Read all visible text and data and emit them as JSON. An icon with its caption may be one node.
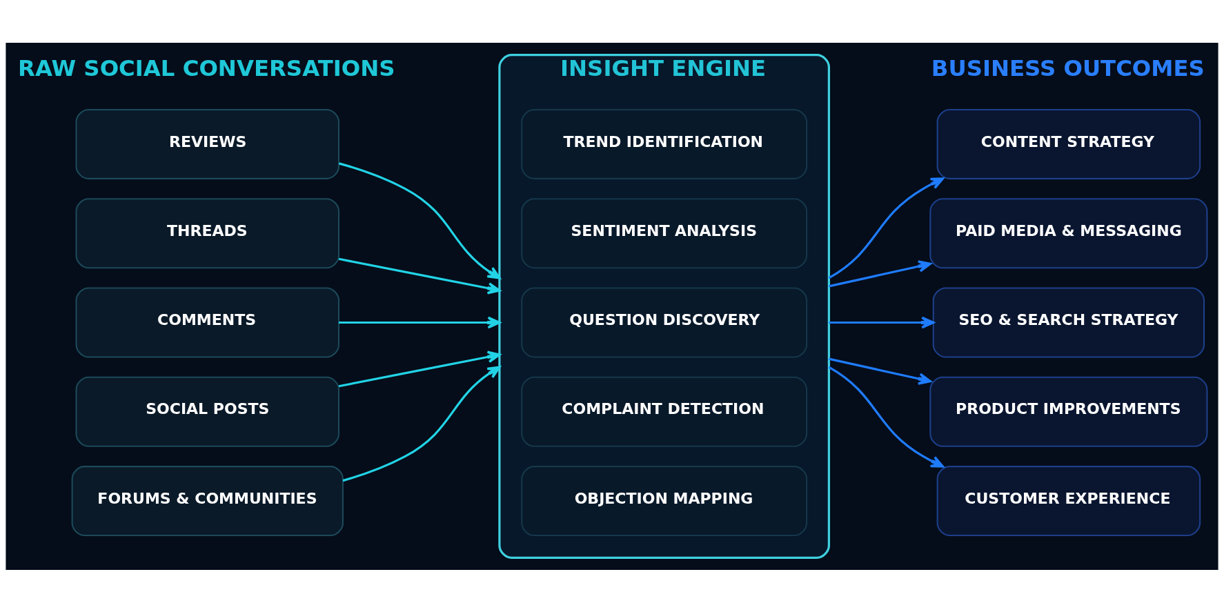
{
  "diagram": {
    "nodes": [
      {
        "text": [
          "REVIEWS"
        ]
      },
      {
        "text": [
          "THREADS"
        ]
      },
      {
        "text": [
          "COMMENTS"
        ]
      },
      {
        "text": [
          "SOCIAL POSTS"
        ]
      },
      {
        "text": [
          "FORUMS & COMMUNITIES"
        ]
      },
      {
        "text": [
          "INSIGHT ENGINE"
        ]
      },
      {
        "text": [
          "TREND IDENTIFICATION"
        ],
        "in": 5
      },
      {
        "text": [
          "SENTIMENT ANALYSIS"
        ],
        "in": 5
      },
      {
        "text": [
          "QUESTION DISCOVERY"
        ],
        "in": 5
      },
      {
        "text": [
          "COMPLAINT DETECTION"
        ],
        "in": 5
      },
      {
        "text": [
          "OBJECTION MAPPING"
        ],
        "in": 5
      },
      {
        "text": [
          "CONTENT STRATEGY"
        ]
      },
      {
        "text": [
          "PAID MEDIA & MESSAGING"
        ]
      },
      {
        "text": [
          "SEO & SEARCH STRATEGY"
        ]
      },
      {
        "text": [
          "PRODUCT IMPROVEMENTS"
        ]
      },
      {
        "text": [
          "CUSTOMER EXPERIENCE"
        ]
      }
    ],
    "edges": [
      {
        "from": 0,
        "to": 5,
        "arrow": "to"
      },
      {
        "from": 1,
        "to": 5,
        "arrow": "to"
      },
      {
        "from": 2,
        "to": 5,
        "arrow": "to"
      },
      {
        "from": 3,
        "to": 5,
        "arrow": "to"
      },
      {
        "from": 4,
        "to": 5,
        "arrow": "to"
      },
      {
        "from": 5,
        "to": 11,
        "arrow": "to",
        "color": "#1f7cff"
      },
      {
        "from": 5,
        "to": 12,
        "arrow": "to",
        "color": "#1f7cff"
      },
      {
        "from": 5,
        "to": 13,
        "arrow": "to",
        "color": "#1f7cff"
      },
      {
        "from": 5,
        "to": 14,
        "arrow": "to",
        "color": "#1f7cff"
      },
      {
        "from": 5,
        "to": 15,
        "arrow": "to",
        "color": "#1f7cff"
      }
    ],
    "labels": [
      "RAW SOCIAL CONVERSATIONS",
      "BUSINESS OUTCOMES"
    ]
  }
}
